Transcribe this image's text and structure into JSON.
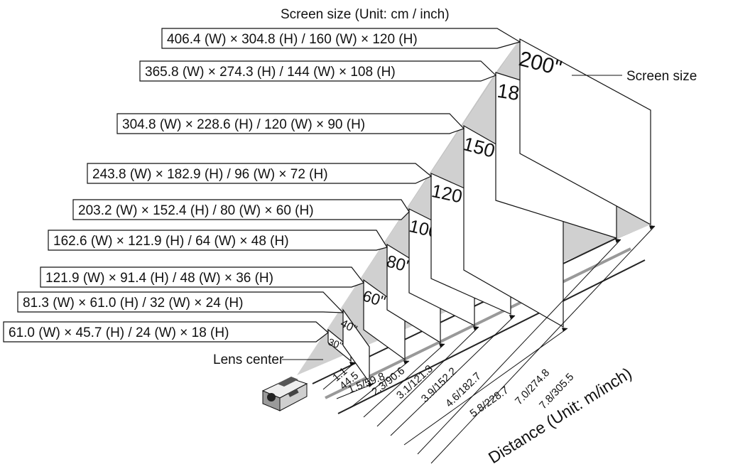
{
  "title": "Screen size (Unit: cm / inch)",
  "screen_size_label": "Screen size",
  "lens_center_label": "Lens center",
  "distance_axis_label": "Distance (Unit: m/inch)",
  "rows": [
    {
      "size": "30\"",
      "dims": "61.0 (W) × 45.7 (H) / 24 (W) × 18 (H)",
      "distance": "1.1\n44.5"
    },
    {
      "size": "40\"",
      "dims": "81.3 (W) × 61.0 (H) / 32 (W) × 24 (H)",
      "distance": "1.5/59.8"
    },
    {
      "size": "60\"",
      "dims": "121.9 (W) × 91.4 (H) / 48 (W) × 36 (H)",
      "distance": "2.3/90.6"
    },
    {
      "size": "80\"",
      "dims": "162.6 (W) × 121.9 (H) / 64 (W) × 48 (H)",
      "distance": "3.1/121.3"
    },
    {
      "size": "100\"",
      "dims": "203.2 (W) × 152.4 (H) / 80 (W) × 60 (H)",
      "distance": "3.9/152.2"
    },
    {
      "size": "120\"",
      "dims": "243.8 (W) × 182.9 (H) / 96 (W) × 72 (H)",
      "distance": "4.6/182.7"
    },
    {
      "size": "150\"",
      "dims": "304.8 (W) × 228.6 (H) / 120 (W) × 90 (H)",
      "distance": "5.8/228.7"
    },
    {
      "size": "180\"",
      "dims": "365.8 (W) × 274.3 (H) / 144 (W) × 108 (H)",
      "distance": "7.0/274.8"
    },
    {
      "size": "200\"",
      "dims": "406.4 (W) × 304.8 (H) / 160 (W) × 120 (H)",
      "distance": "7.8/305.5"
    }
  ]
}
